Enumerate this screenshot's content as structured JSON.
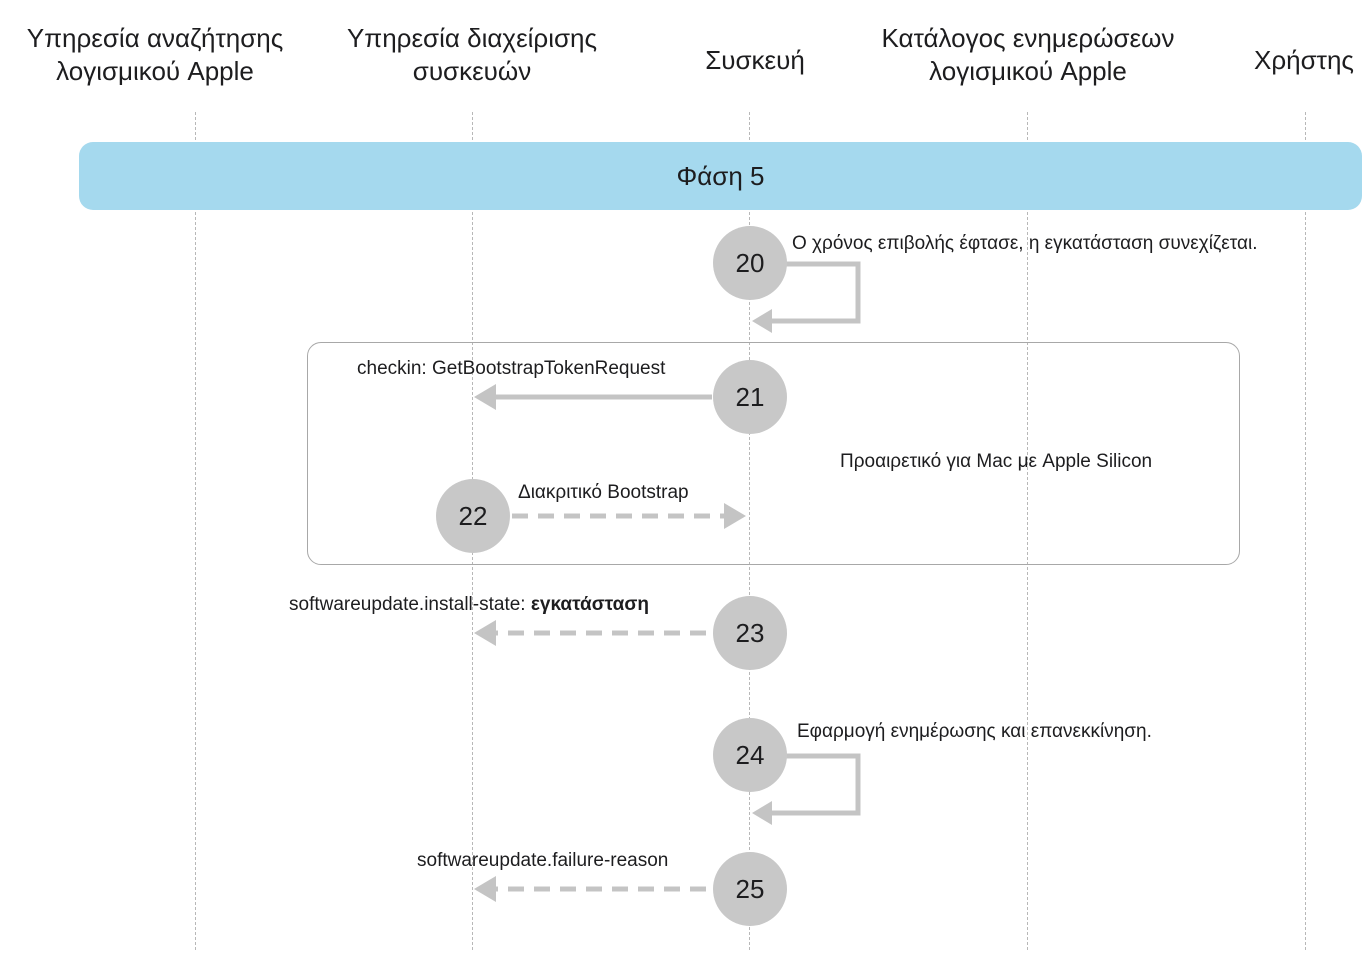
{
  "lanes": [
    {
      "label": "Υπηρεσία αναζήτησης\nλογισμικού Apple"
    },
    {
      "label": "Υπηρεσία διαχείρισης\nσυσκευών"
    },
    {
      "label": "Συσκευή"
    },
    {
      "label": "Κατάλογος ενημερώσεων\nλογισμικού Apple"
    },
    {
      "label": "Χρήστης"
    }
  ],
  "phase": {
    "label": "Φάση 5"
  },
  "optional_group": {
    "label": "Προαιρετικό για Mac με Apple Silicon"
  },
  "steps": [
    {
      "number": "20",
      "text": "Ο χρόνος επιβολής έφτασε, η εγκατάσταση συνεχίζεται."
    },
    {
      "number": "21",
      "text": "checkin: GetBootstrapTokenRequest"
    },
    {
      "number": "22",
      "text": "Διακριτικό Bootstrap"
    },
    {
      "number": "23",
      "text": "softwareupdate.install-state: ",
      "text_bold": "εγκατάσταση"
    },
    {
      "number": "24",
      "text": "Εφαρμογή ενημέρωσης και επανεκκίνηση."
    },
    {
      "number": "25",
      "text": "softwareupdate.failure-reason"
    }
  ],
  "colors": {
    "phase_bar": "#a5d9ee",
    "step_circle": "#c8c8c8",
    "arrow": "#c4c4c4",
    "lane_line": "#b8b8b8"
  }
}
